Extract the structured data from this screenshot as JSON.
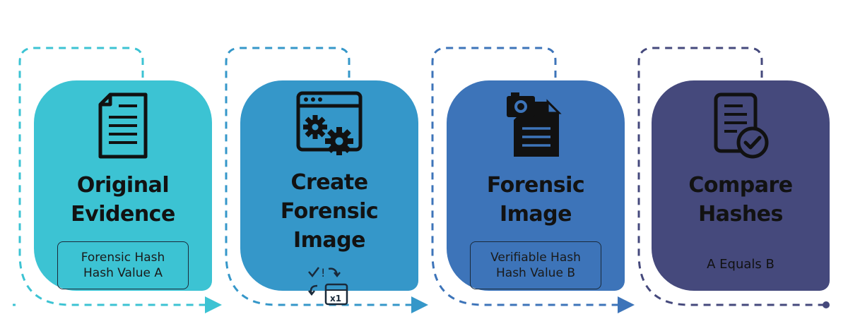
{
  "colors": {
    "step1": "#3cc3d3",
    "step2": "#3597c9",
    "step3": "#3d74b9",
    "step4": "#45497c",
    "icon": "#111111"
  },
  "steps": [
    {
      "icon": "document-icon",
      "title_line1": "Original",
      "title_line2": "Evidence",
      "hash_line1": "Forensic Hash",
      "hash_line2": "Hash Value A"
    },
    {
      "icon": "browser-gears-icon",
      "title_line1": "Create Forensic",
      "title_line2": "Image",
      "mini_icon": "calculation-icon"
    },
    {
      "icon": "camera-document-icon",
      "title_line1": "Forensic",
      "title_line2": "Image",
      "hash_line1": "Verifiable Hash",
      "hash_line2": "Hash Value B"
    },
    {
      "icon": "checked-document-icon",
      "title_line1": "Compare",
      "title_line2": "Hashes",
      "result": "A Equals B"
    }
  ]
}
